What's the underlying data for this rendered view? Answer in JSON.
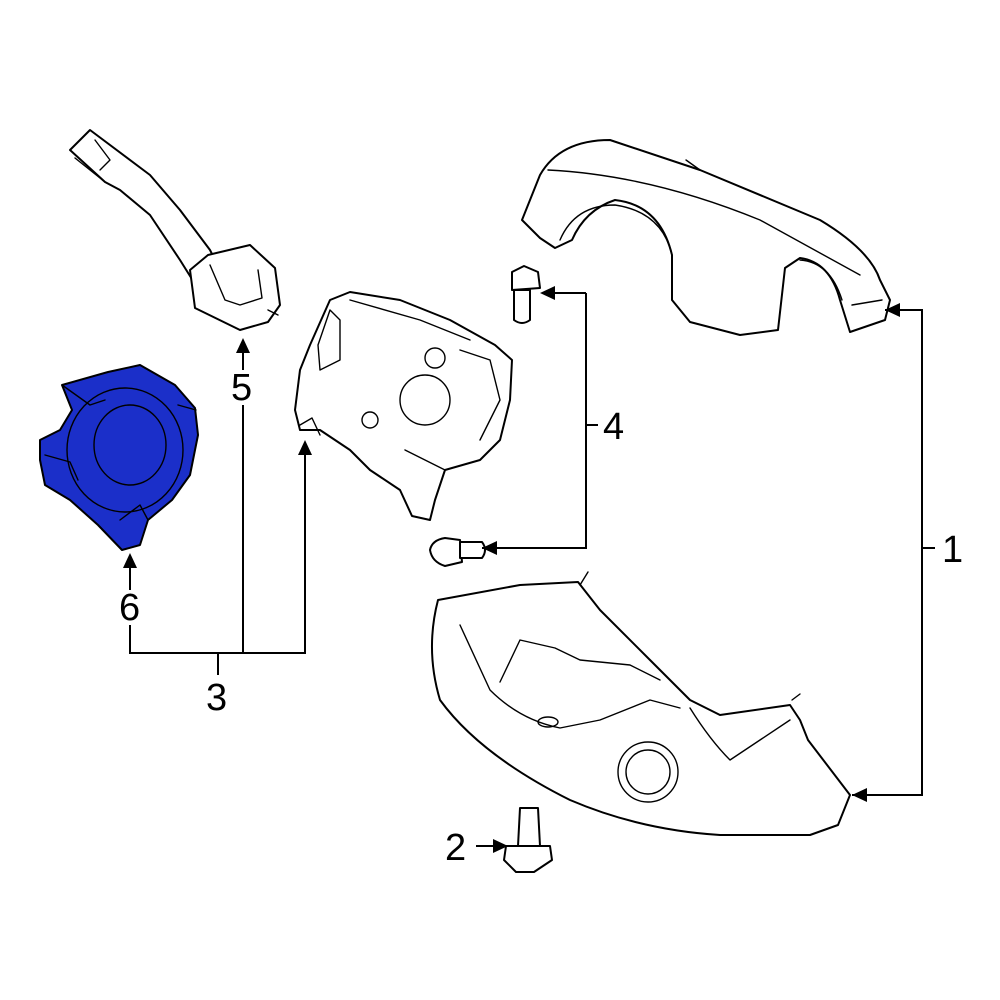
{
  "diagram": {
    "highlight_color": "#1b2fc9",
    "line_color": "#000000",
    "background": "#ffffff",
    "callouts": {
      "c1": "1",
      "c2": "2",
      "c3": "3",
      "c4": "4",
      "c5": "5",
      "c6": "6"
    }
  }
}
